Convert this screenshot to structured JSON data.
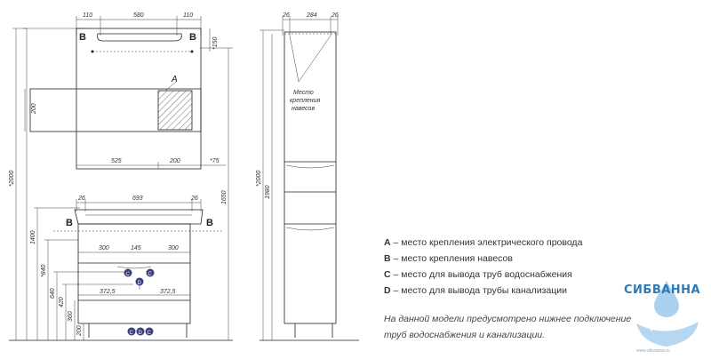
{
  "mirror": {
    "dims_top": [
      "110",
      "580",
      "110"
    ],
    "dim_side": "*150",
    "marker_b": "B",
    "marker_a": "A",
    "dim_left_height": "200",
    "dims_bottom": [
      "525",
      "200",
      "*75"
    ]
  },
  "overall": {
    "height_total": "*2000",
    "height_mirror_top": "1650",
    "height_cabinet": "1400"
  },
  "cabinet": {
    "dims_top": [
      "26",
      "693",
      "26"
    ],
    "dims_pipes_upper": [
      "300",
      "145",
      "300"
    ],
    "dims_pipes_lower": [
      "372,5",
      "372,5"
    ],
    "marker_b": "B",
    "marker_c": "C",
    "marker_d": "D",
    "heights": [
      "*840",
      "640",
      "420",
      "360",
      "200"
    ]
  },
  "column": {
    "dims_top": [
      "26",
      "284",
      "26"
    ],
    "height_total": "*2000",
    "height_1980": "1980",
    "mount_label": [
      "Место",
      "крепления",
      "навесов"
    ]
  },
  "legend": [
    {
      "key": "A",
      "text": " – место крепления электрического провода"
    },
    {
      "key": "B",
      "text": " – место крепления навесов"
    },
    {
      "key": "C",
      "text": " – место для вывода труб водоснабжения"
    },
    {
      "key": "D",
      "text": " – место для вывода трубы канализации"
    }
  ],
  "note": "На данной модели предусмотрено нижнее подключение труб водоснабжения и канализации.",
  "logo": {
    "name": "СИБВАННА",
    "url": "www.sibvanna.ru"
  }
}
